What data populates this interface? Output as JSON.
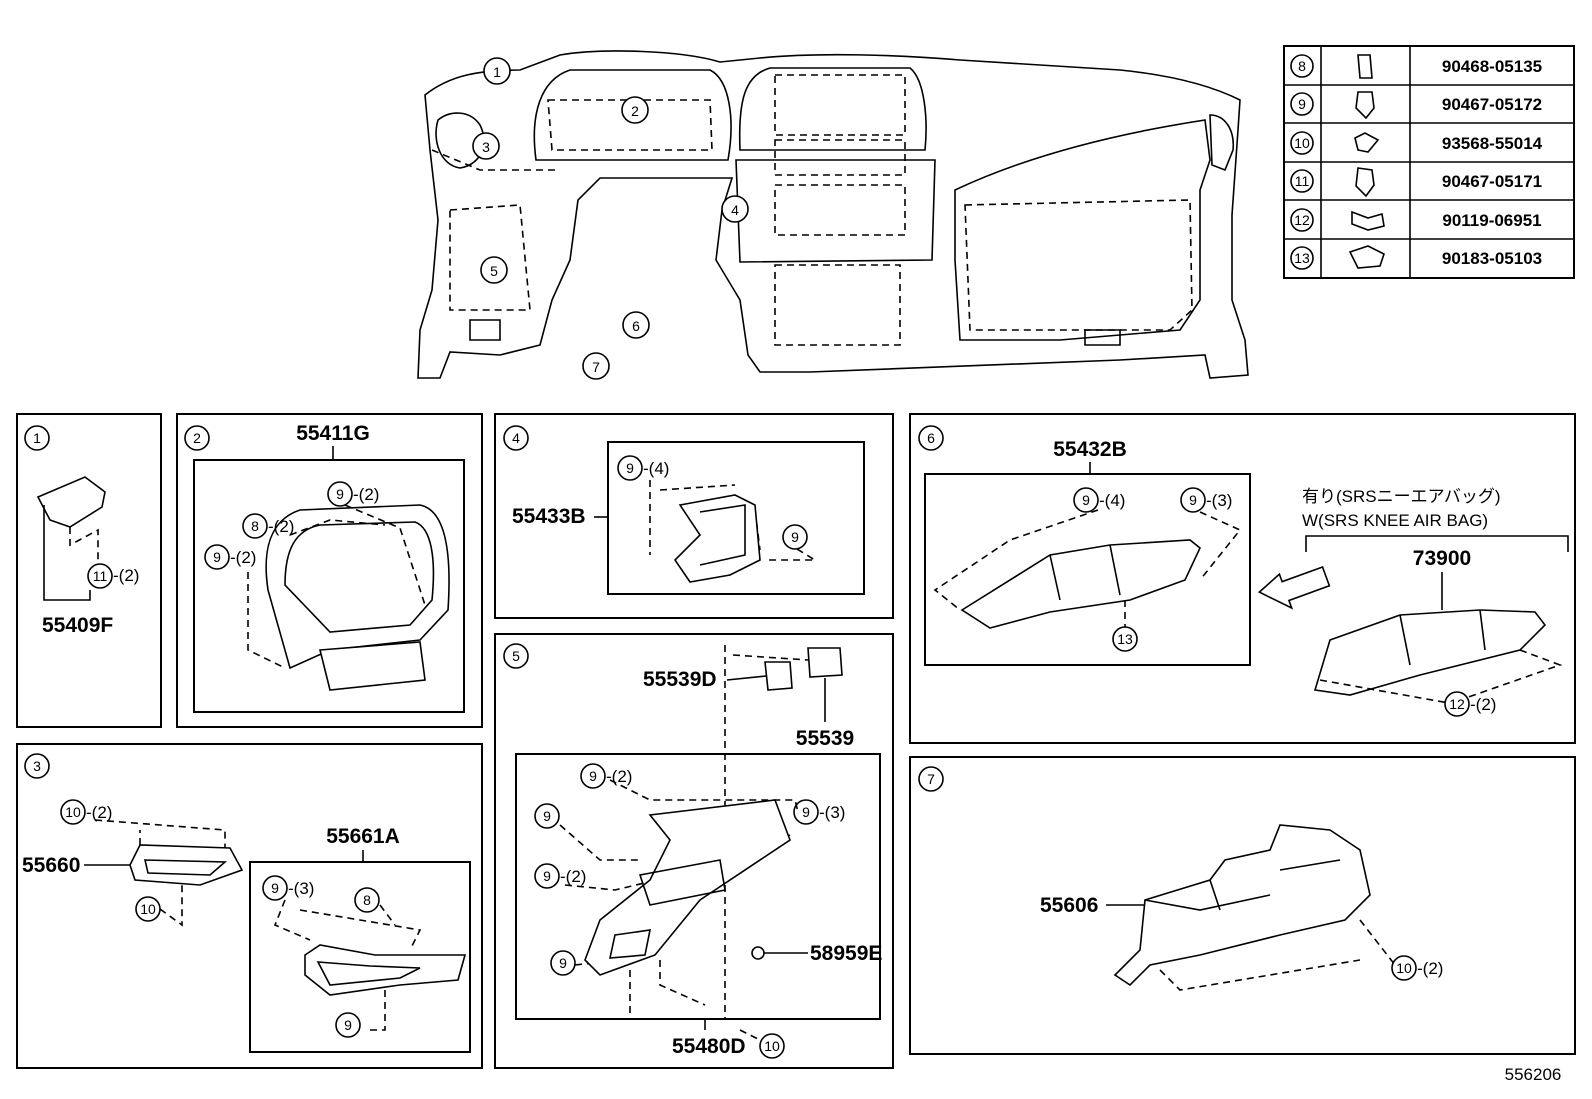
{
  "diagram_code": "556206",
  "fastener_table": [
    {
      "ref": "8",
      "part_no": "90468-05135"
    },
    {
      "ref": "9",
      "part_no": "90467-05172"
    },
    {
      "ref": "10",
      "part_no": "93568-55014"
    },
    {
      "ref": "11",
      "part_no": "90467-05171"
    },
    {
      "ref": "12",
      "part_no": "90119-06951"
    },
    {
      "ref": "13",
      "part_no": "90183-05103"
    }
  ],
  "overview_callouts": [
    "1",
    "2",
    "3",
    "4",
    "5",
    "6",
    "7"
  ],
  "panel1": {
    "id": "1",
    "part": "55409F",
    "clip_ref": "11",
    "clip_qty": "-(2)"
  },
  "panel2": {
    "id": "2",
    "part": "55411G",
    "c1_ref": "9",
    "c1_qty": "-(2)",
    "c2_ref": "8",
    "c2_qty": "-(2)",
    "c3_ref": "9",
    "c3_qty": "-(2)"
  },
  "panel3": {
    "id": "3",
    "part_a": "55660",
    "part_b": "55661A",
    "c1_ref": "10",
    "c1_qty": "-(2)",
    "c2_ref": "10",
    "c3_ref": "9",
    "c3_qty": "-(3)",
    "c4_ref": "8",
    "c5_ref": "9"
  },
  "panel4": {
    "id": "4",
    "part": "55433B",
    "c1_ref": "9",
    "c1_qty": "-(4)",
    "c2_ref": "9"
  },
  "panel5": {
    "id": "5",
    "part_a": "55539D",
    "part_b": "55539",
    "part_c": "58959E",
    "part_d": "55480D",
    "c1_ref": "9",
    "c1_qty": "-(2)",
    "c2_ref": "9",
    "c3_ref": "9",
    "c3_qty": "-(3)",
    "c4_ref": "9",
    "c4_qty": "-(2)",
    "c5_ref": "9",
    "c6_ref": "10"
  },
  "panel6": {
    "id": "6",
    "part_a": "55432B",
    "part_b": "73900",
    "c1_ref": "9",
    "c1_qty": "-(4)",
    "c2_ref": "9",
    "c2_qty": "-(3)",
    "c3_ref": "13",
    "c4_ref": "12",
    "c4_qty": "-(2)",
    "note_jp": "有り(SRSニーエアバッグ)",
    "note_en": "W(SRS KNEE AIR BAG)"
  },
  "panel7": {
    "id": "7",
    "part": "55606",
    "c1_ref": "10",
    "c1_qty": "-(2)"
  }
}
